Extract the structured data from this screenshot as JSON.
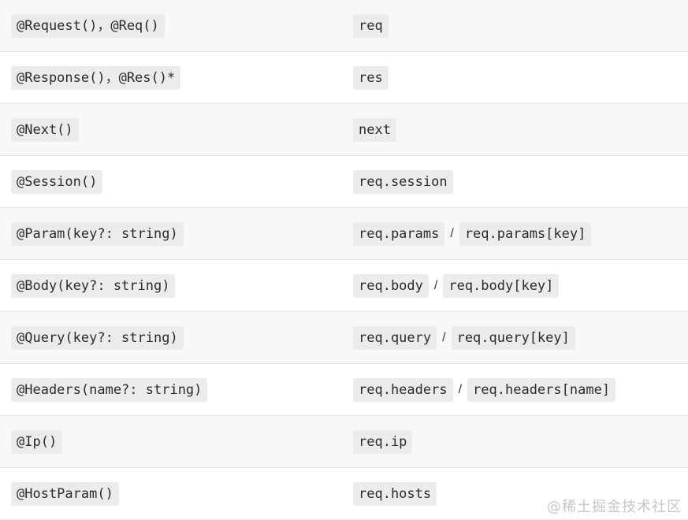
{
  "colors": {
    "row_alt_bg": "#f8f8f8",
    "row_bg": "#ffffff",
    "divider": "#e3e3e3",
    "code_bg": "#ececec",
    "code_text": "#2b2b2b",
    "sep_text": "#333333",
    "watermark_text": "#c6c6c6"
  },
  "watermark": "@稀土掘金技术社区",
  "table": {
    "rows": [
      {
        "decorator": "@Request()，@Req()",
        "code1": "req",
        "sep": null,
        "code2": null
      },
      {
        "decorator": "@Response()，@Res()*",
        "code1": "res",
        "sep": null,
        "code2": null
      },
      {
        "decorator": "@Next()",
        "code1": "next",
        "sep": null,
        "code2": null
      },
      {
        "decorator": "@Session()",
        "code1": "req.session",
        "sep": null,
        "code2": null
      },
      {
        "decorator": "@Param(key?: string)",
        "code1": "req.params",
        "sep": "/",
        "code2": "req.params[key]"
      },
      {
        "decorator": "@Body(key?: string)",
        "code1": "req.body",
        "sep": "/",
        "code2": "req.body[key]"
      },
      {
        "decorator": "@Query(key?: string)",
        "code1": "req.query",
        "sep": "/",
        "code2": "req.query[key]"
      },
      {
        "decorator": "@Headers(name?: string)",
        "code1": "req.headers",
        "sep": "/",
        "code2": "req.headers[name]"
      },
      {
        "decorator": "@Ip()",
        "code1": "req.ip",
        "sep": null,
        "code2": null
      },
      {
        "decorator": "@HostParam()",
        "code1": "req.hosts",
        "sep": null,
        "code2": null
      }
    ]
  }
}
